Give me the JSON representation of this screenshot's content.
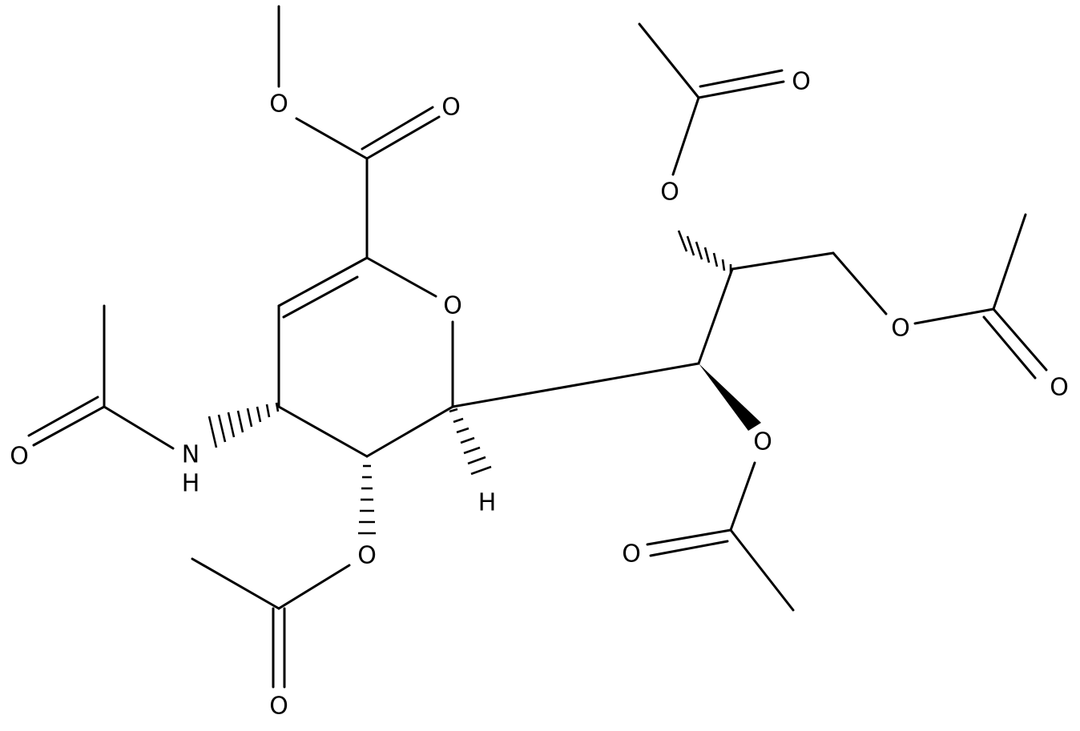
{
  "molecule": {
    "atom_labels": {
      "ring_oxygen": "O",
      "ester_carbonyl_o": "O",
      "ester_o": "O",
      "n": "N",
      "nh_h": "H",
      "amide_o": "O",
      "ring_oac_o": "O",
      "ring_oac_carbonyl_o": "O",
      "stereo_h": "H",
      "side_oac1_o": "O",
      "side_oac1_carbonyl_o": "O",
      "side_oac2_o": "O",
      "side_oac2_carbonyl_o": "O",
      "terminal_oac_o": "O",
      "terminal_oac_carbonyl_o": "O"
    }
  }
}
